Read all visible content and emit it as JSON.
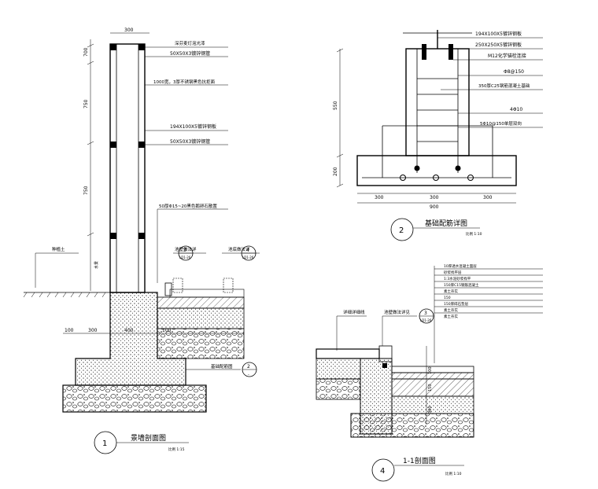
{
  "drawing1": {
    "title": "景墙剖面图",
    "scale": "比例 1:15",
    "number": "1",
    "dims_top": "300",
    "dims_left": [
      "700",
      "750",
      "750"
    ],
    "dims_bottom": [
      "100",
      "300",
      "400"
    ],
    "dims_paving": [
      "100"
    ],
    "labels": [
      "深芬麦灯泡光漆",
      "50X50X3镀锌钢管",
      "1000宽，3厚不锈钢黑色抗拒面",
      "194X100X5镀锌钢板",
      "50X50X3镀锌钢管",
      "50厚Φ15~20黑色鹅卵石散置",
      "种植土",
      "水景",
      "基础配筋图"
    ],
    "refs": [
      {
        "title": "池壁做法详",
        "num": "3",
        "sheet": "LD1-26"
      },
      {
        "title": "池底做法详",
        "num": "4",
        "sheet": "LD1-26"
      },
      {
        "title": "",
        "num": "2",
        "sheet": "-"
      }
    ]
  },
  "drawing2": {
    "title": "基础配筋详图",
    "scale": "比例 1:10",
    "number": "2",
    "dims_left": [
      "550",
      "200"
    ],
    "dims_bottom": [
      "300",
      "300",
      "300"
    ],
    "dim_total": "900",
    "labels": [
      "194X100X5镀锌钢板",
      "250X250X5镀锌钢板",
      "M12化学锚栓连接",
      "Φ8@150",
      "350厚C25钢筋混凝土基础",
      "4Φ10",
      "5Φ10@150单层双向"
    ]
  },
  "drawing4": {
    "title": "1-1剖面图",
    "scale": "比例 1:10",
    "number": "4",
    "labels": [
      "详细详细线",
      "池壁做法详见"
    ],
    "ref": {
      "num": "3",
      "sheet": "LD1-26"
    },
    "layer_notes": [
      "10厚透水混凝土面层",
      "砂浆找平层",
      "1:3水泥砂浆找平",
      "150厚C15钢筋混凝土",
      "素土夯实",
      "150",
      "150厚碎石垫层",
      "素土夯实",
      "素土夯实"
    ],
    "dims_right": [
      "100",
      "150",
      "300"
    ]
  }
}
